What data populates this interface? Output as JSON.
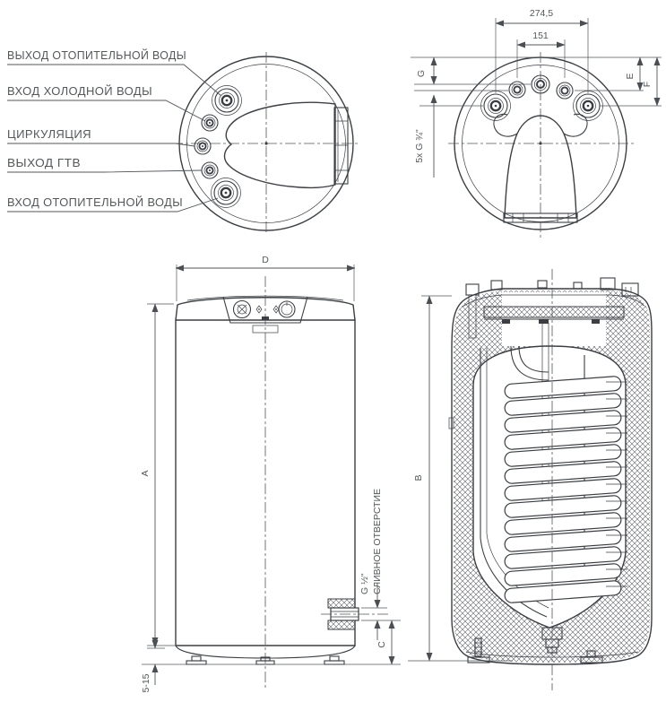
{
  "colors": {
    "line": "#3b3f43",
    "dimension": "#51565a",
    "text": "#53585c",
    "background": "#ffffff"
  },
  "port_labels": {
    "heating_out": "ВЫХОД ОТОПИТЕЛЬНОЙ ВОДЫ",
    "cold_in": "ВХОД ХОЛОДНОЙ ВОДЫ",
    "circulation": "ЦИРКУЛЯЦИЯ",
    "dhw_out": "ВЫХОД ГТВ",
    "heating_in": "ВХОД ОТОПИТЕЛЬНОЙ ВОДЫ"
  },
  "top_view_dims": {
    "width_outer": "274,5",
    "width_inner": "151",
    "g": "G",
    "e": "E",
    "f": "F",
    "thread_note": "5x G ¾\""
  },
  "front_view_dims": {
    "diameter": "D",
    "height": "A",
    "foot_range": "5-15",
    "drain_height": "C",
    "drain_thread": "G ½\"",
    "drain_label": "СЛИВНОЕ ОТВЕРСТИЕ"
  },
  "section_view_dims": {
    "height": "B"
  }
}
